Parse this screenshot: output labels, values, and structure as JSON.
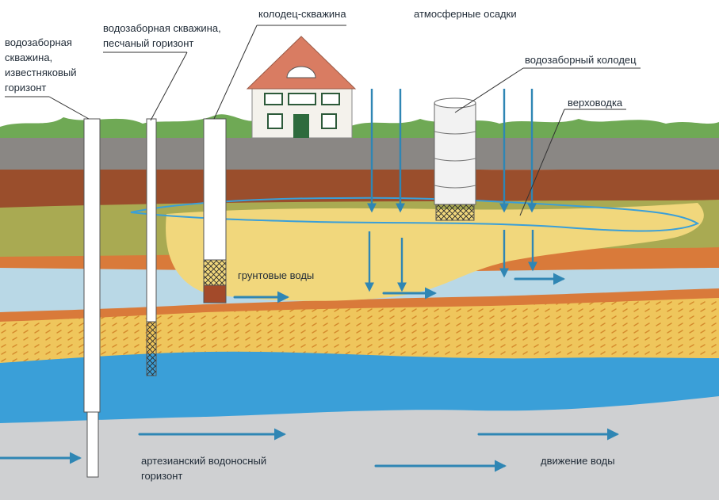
{
  "labels": {
    "borehole_limestone": [
      "водозаборная",
      "скважина,",
      "известняковый",
      "горизонт"
    ],
    "borehole_sand": [
      "водозаборная скважина,",
      "песчаный горизонт"
    ],
    "well_borehole": "колодец-скважина",
    "precipitation": "атмосферные осадки",
    "intake_well": "водозаборный колодец",
    "perched_water": "верховодка",
    "groundwater": "грунтовые воды",
    "artesian": [
      "артезианский водоносный",
      "горизонт"
    ],
    "water_movement": "движение воды"
  },
  "colors": {
    "sky": "#ffffff",
    "grass": "#6fa955",
    "topsoil": "#8a8784",
    "clay_brown": "#9a4e2c",
    "loam_olive": "#a9aa52",
    "sand_yellow": "#f1d77c",
    "orange_band": "#d97a3a",
    "sand_hatched": "#efc65c",
    "pale_blue": "#b9d8e6",
    "aquifer_blue": "#3a9fd8",
    "bedrock_gray": "#cfd0d2",
    "arrow_blue": "#2f86b4",
    "house_wall": "#f4f2ec",
    "house_roof": "#d97c62",
    "house_door": "#2e6b3d",
    "label_text": "#1f2a36"
  },
  "icons": {
    "house": "house-icon",
    "flow_arrow": "arrow-right-icon",
    "rain": "rain-drop-line-icon"
  }
}
